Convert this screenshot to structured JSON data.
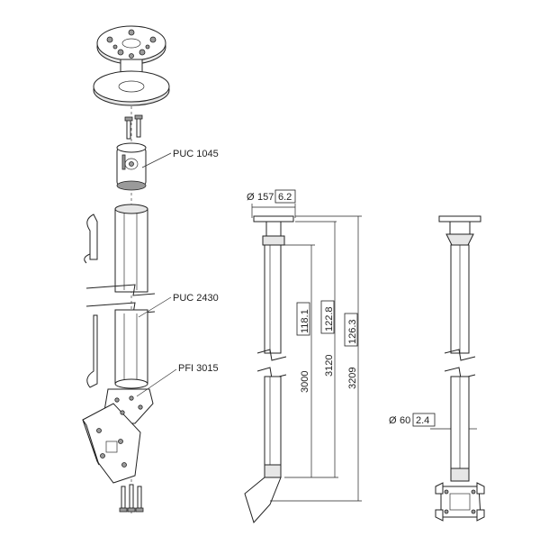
{
  "parts": {
    "ceiling_adapter": "PUC 1045",
    "column": "PUC 2430",
    "interface": "PFI 3015"
  },
  "side_view": {
    "plate_diameter": {
      "symbol": "Ø",
      "mm": "157",
      "inch": "6.2"
    },
    "dim_a": {
      "mm": "3000",
      "inch": "118.1"
    },
    "dim_b": {
      "mm": "3120",
      "inch": "122.8"
    },
    "dim_c": {
      "mm": "3209",
      "inch": "126.3"
    }
  },
  "front_view": {
    "tube_diameter": {
      "symbol": "Ø",
      "mm": "60",
      "inch": "2.4"
    }
  }
}
